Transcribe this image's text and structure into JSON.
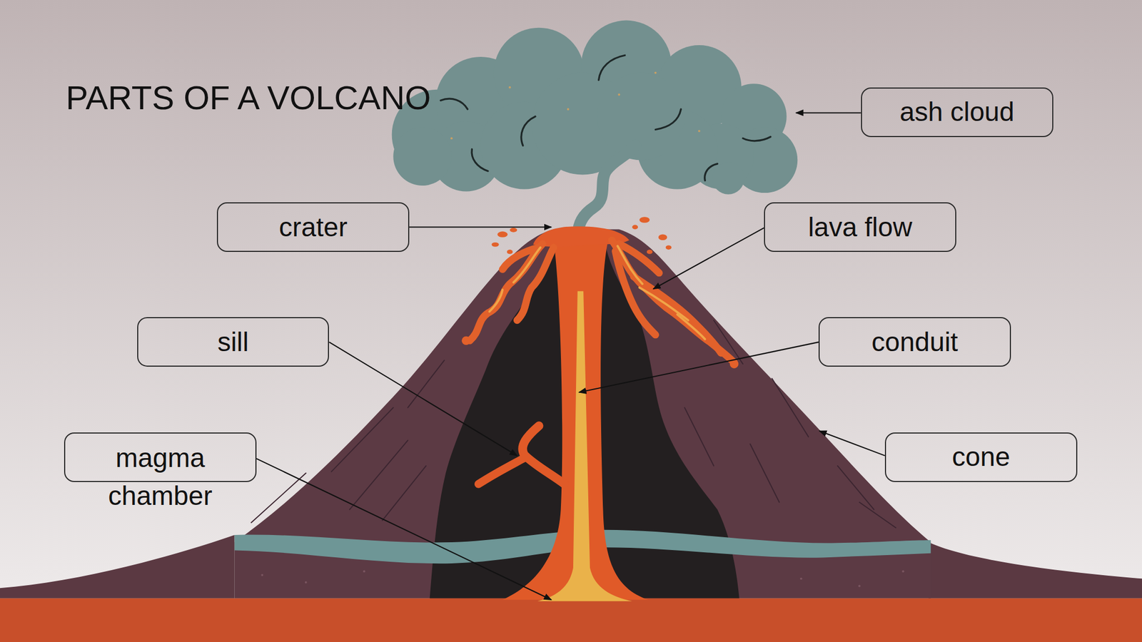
{
  "diagram": {
    "title": "PARTS OF A VOLCANO",
    "nodes": [
      {
        "text": [
          "ash cloud"
        ]
      },
      {
        "text": [
          "crater"
        ]
      },
      {
        "text": [
          "lava flow"
        ]
      },
      {
        "text": [
          "sill"
        ]
      },
      {
        "text": [
          "conduit"
        ]
      },
      {
        "text": [
          "magma chamber"
        ]
      },
      {
        "text": [
          "cone"
        ]
      }
    ]
  }
}
